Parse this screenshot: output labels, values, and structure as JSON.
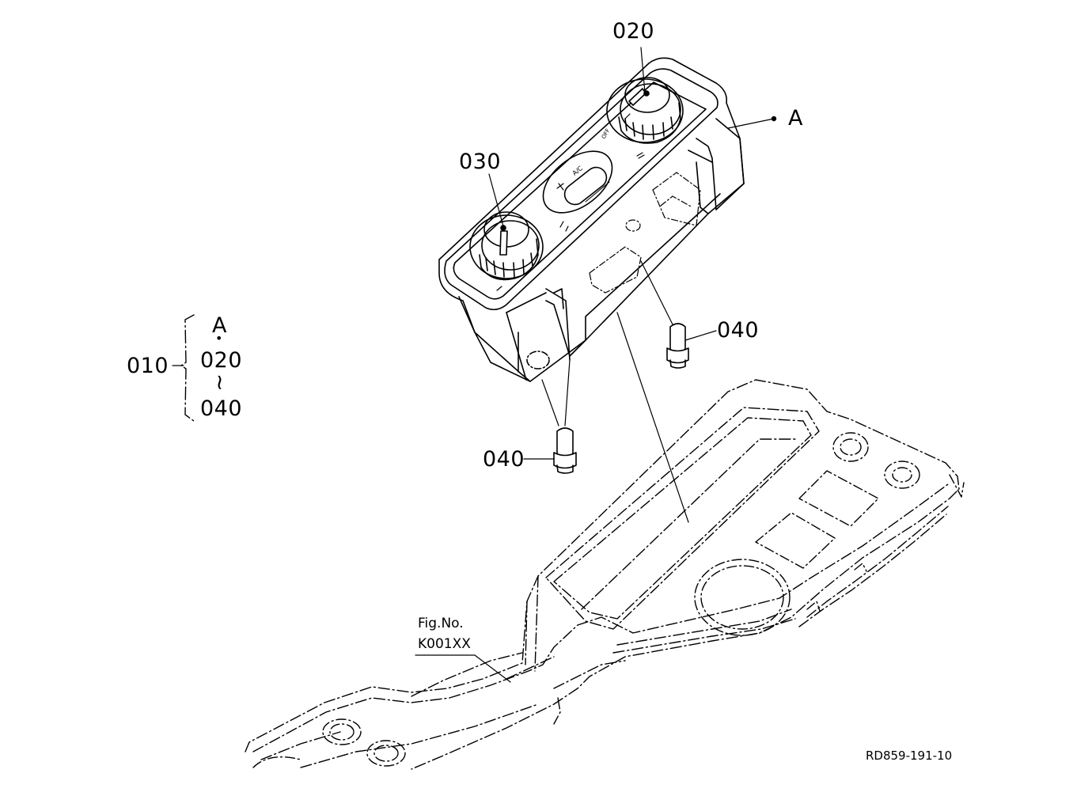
{
  "callouts": {
    "c020": "020",
    "cA": "A",
    "c030": "030",
    "c040_right": "040",
    "c040_left": "040",
    "c010": "010"
  },
  "bracket": {
    "line1": "A",
    "line2": "•",
    "line3": "020",
    "line4": "~",
    "line5": "040"
  },
  "fig_ref": {
    "line1": "Fig.No.",
    "line2": "K001XX"
  },
  "drawing_code": "RD859-191-10",
  "panel_marks": {
    "ac_label": "A/C",
    "off_label": "OFF"
  }
}
